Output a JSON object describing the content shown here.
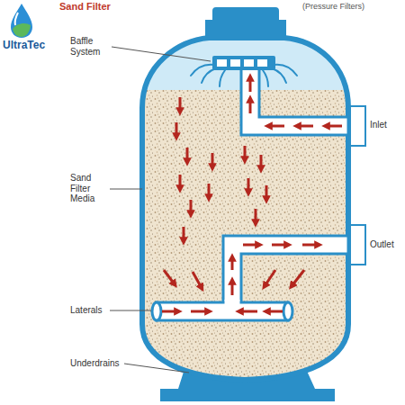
{
  "diagram": {
    "title": "Sand Filter",
    "labels": [
      "(Pressure Filters)",
      "UltraTec",
      "Baffle System",
      "Inlet",
      "Sand Filter Media",
      "Outlet",
      "Laterals",
      "Underdrains"
    ]
  }
}
